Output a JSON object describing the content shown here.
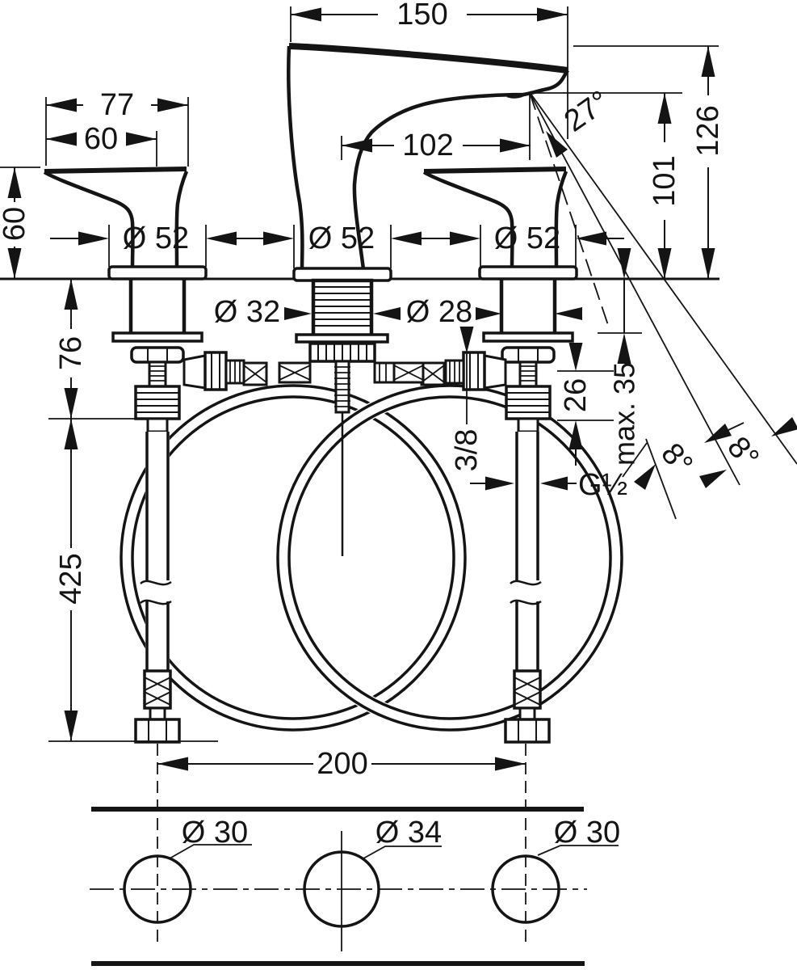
{
  "drawing": {
    "dims": {
      "top_width": "150",
      "handle_width": "77",
      "handle_hub_width": "60",
      "handle_height_left": "60",
      "spout_reach": "102",
      "spray_angle": "27°",
      "height_total": "126",
      "height_outlet": "101",
      "dia_handle_left": "Ø 52",
      "dia_spout": "Ø 52",
      "dia_handle_right": "Ø 52",
      "dia_shank_center": "Ø 32",
      "dia_shank_side": "Ø 28",
      "shank_length": "76",
      "elbow_height": "26",
      "max_deck_thickness": "max. 35",
      "hose_nut_size": "3/8",
      "supply_thread": "G½",
      "handle_tilt_1": "8°",
      "handle_tilt_2": "8°",
      "hose_length": "425",
      "hole_spacing": "200",
      "hole_dia_left": "Ø 30",
      "hole_dia_center": "Ø 34",
      "hole_dia_right": "Ø 30"
    }
  }
}
